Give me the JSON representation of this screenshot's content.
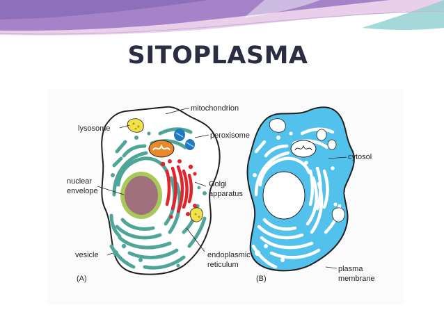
{
  "slide": {
    "title": "SITOPLASMA",
    "title_color": "#2b2d42",
    "banner_colors": {
      "pink": "#d8a8d9",
      "purple": "#9a76c2",
      "teal": "#8ecfd0"
    }
  },
  "figure": {
    "background": "#fbfbfb",
    "panel_a": {
      "tag": "(A)",
      "labels": {
        "mitochondrion": "mitochondrion",
        "lysosome": "lysosome",
        "peroxisome": "peroxisome",
        "nuclear_envelope_1": "nuclear",
        "nuclear_envelope_2": "envelope",
        "golgi_1": "Golgi",
        "golgi_2": "apparatus",
        "vesicle": "vesicle",
        "er_1": "endoplasmic",
        "er_2": "reticulum"
      }
    },
    "panel_b": {
      "tag": "(B)",
      "labels": {
        "cytosol": "cytosol",
        "plasma_membrane_1": "plasma",
        "plasma_membrane_2": "membrane"
      }
    },
    "colors": {
      "er": "#4fa598",
      "golgi": "#e0252d",
      "nucleus": "#a0707c",
      "nuclear_envelope": "#a8c85a",
      "mitochondrion": "#e8892a",
      "lysosome": "#f1e14a",
      "peroxisome": "#1f79c0",
      "cytosol": "#52c1ec",
      "membrane": "#231f20"
    }
  }
}
